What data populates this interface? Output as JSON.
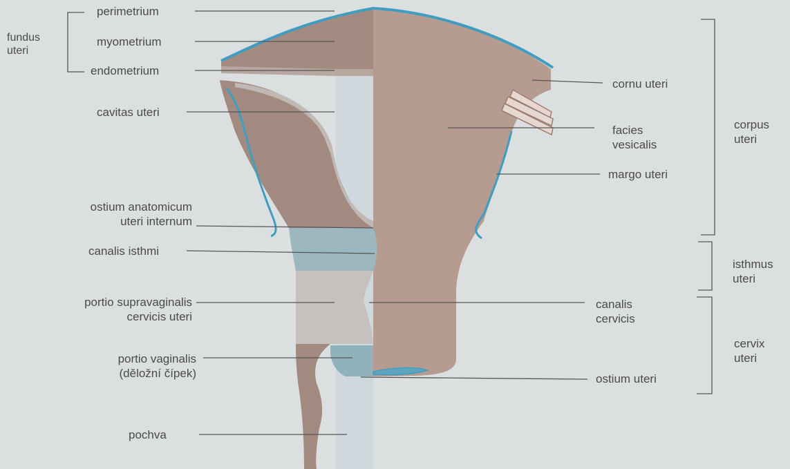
{
  "left_labels": {
    "fundus_uteri": "fundus\nuteri",
    "perimetrium": "perimetrium",
    "myometrium": "myometrium",
    "endometrium": "endometrium",
    "cavitas_uteri": "cavitas uteri",
    "ostium_internum": "ostium anatomicum\nuteri internum",
    "canalis_isthmi": "canalis isthmi",
    "portio_supravaginalis": "portio supravaginalis\ncervicis uteri",
    "portio_vaginalis": "portio vaginalis\n(děložní čípek)",
    "pochva": "pochva"
  },
  "right_labels": {
    "cornu_uteri": "cornu uteri",
    "facies_vesicalis": "facies\nvesicalis",
    "margo_uteri": "margo uteri",
    "canalis_cervicis": "canalis\ncervicis",
    "ostium_uteri": "ostium uteri"
  },
  "region_labels": {
    "corpus_uteri": "corpus\nuteri",
    "isthmus_uteri": "isthmus\nuteri",
    "cervix_uteri": "cervix\nuteri"
  },
  "colors": {
    "background": "#dcdfe0",
    "tissue_brown": "#a38a80",
    "surface_tan": "#b49a8f",
    "perimetrium_blue": "#3f9ec0",
    "isthmus_blue": "#9bb8be",
    "cervix_gray": "#c5c0bd"
  }
}
